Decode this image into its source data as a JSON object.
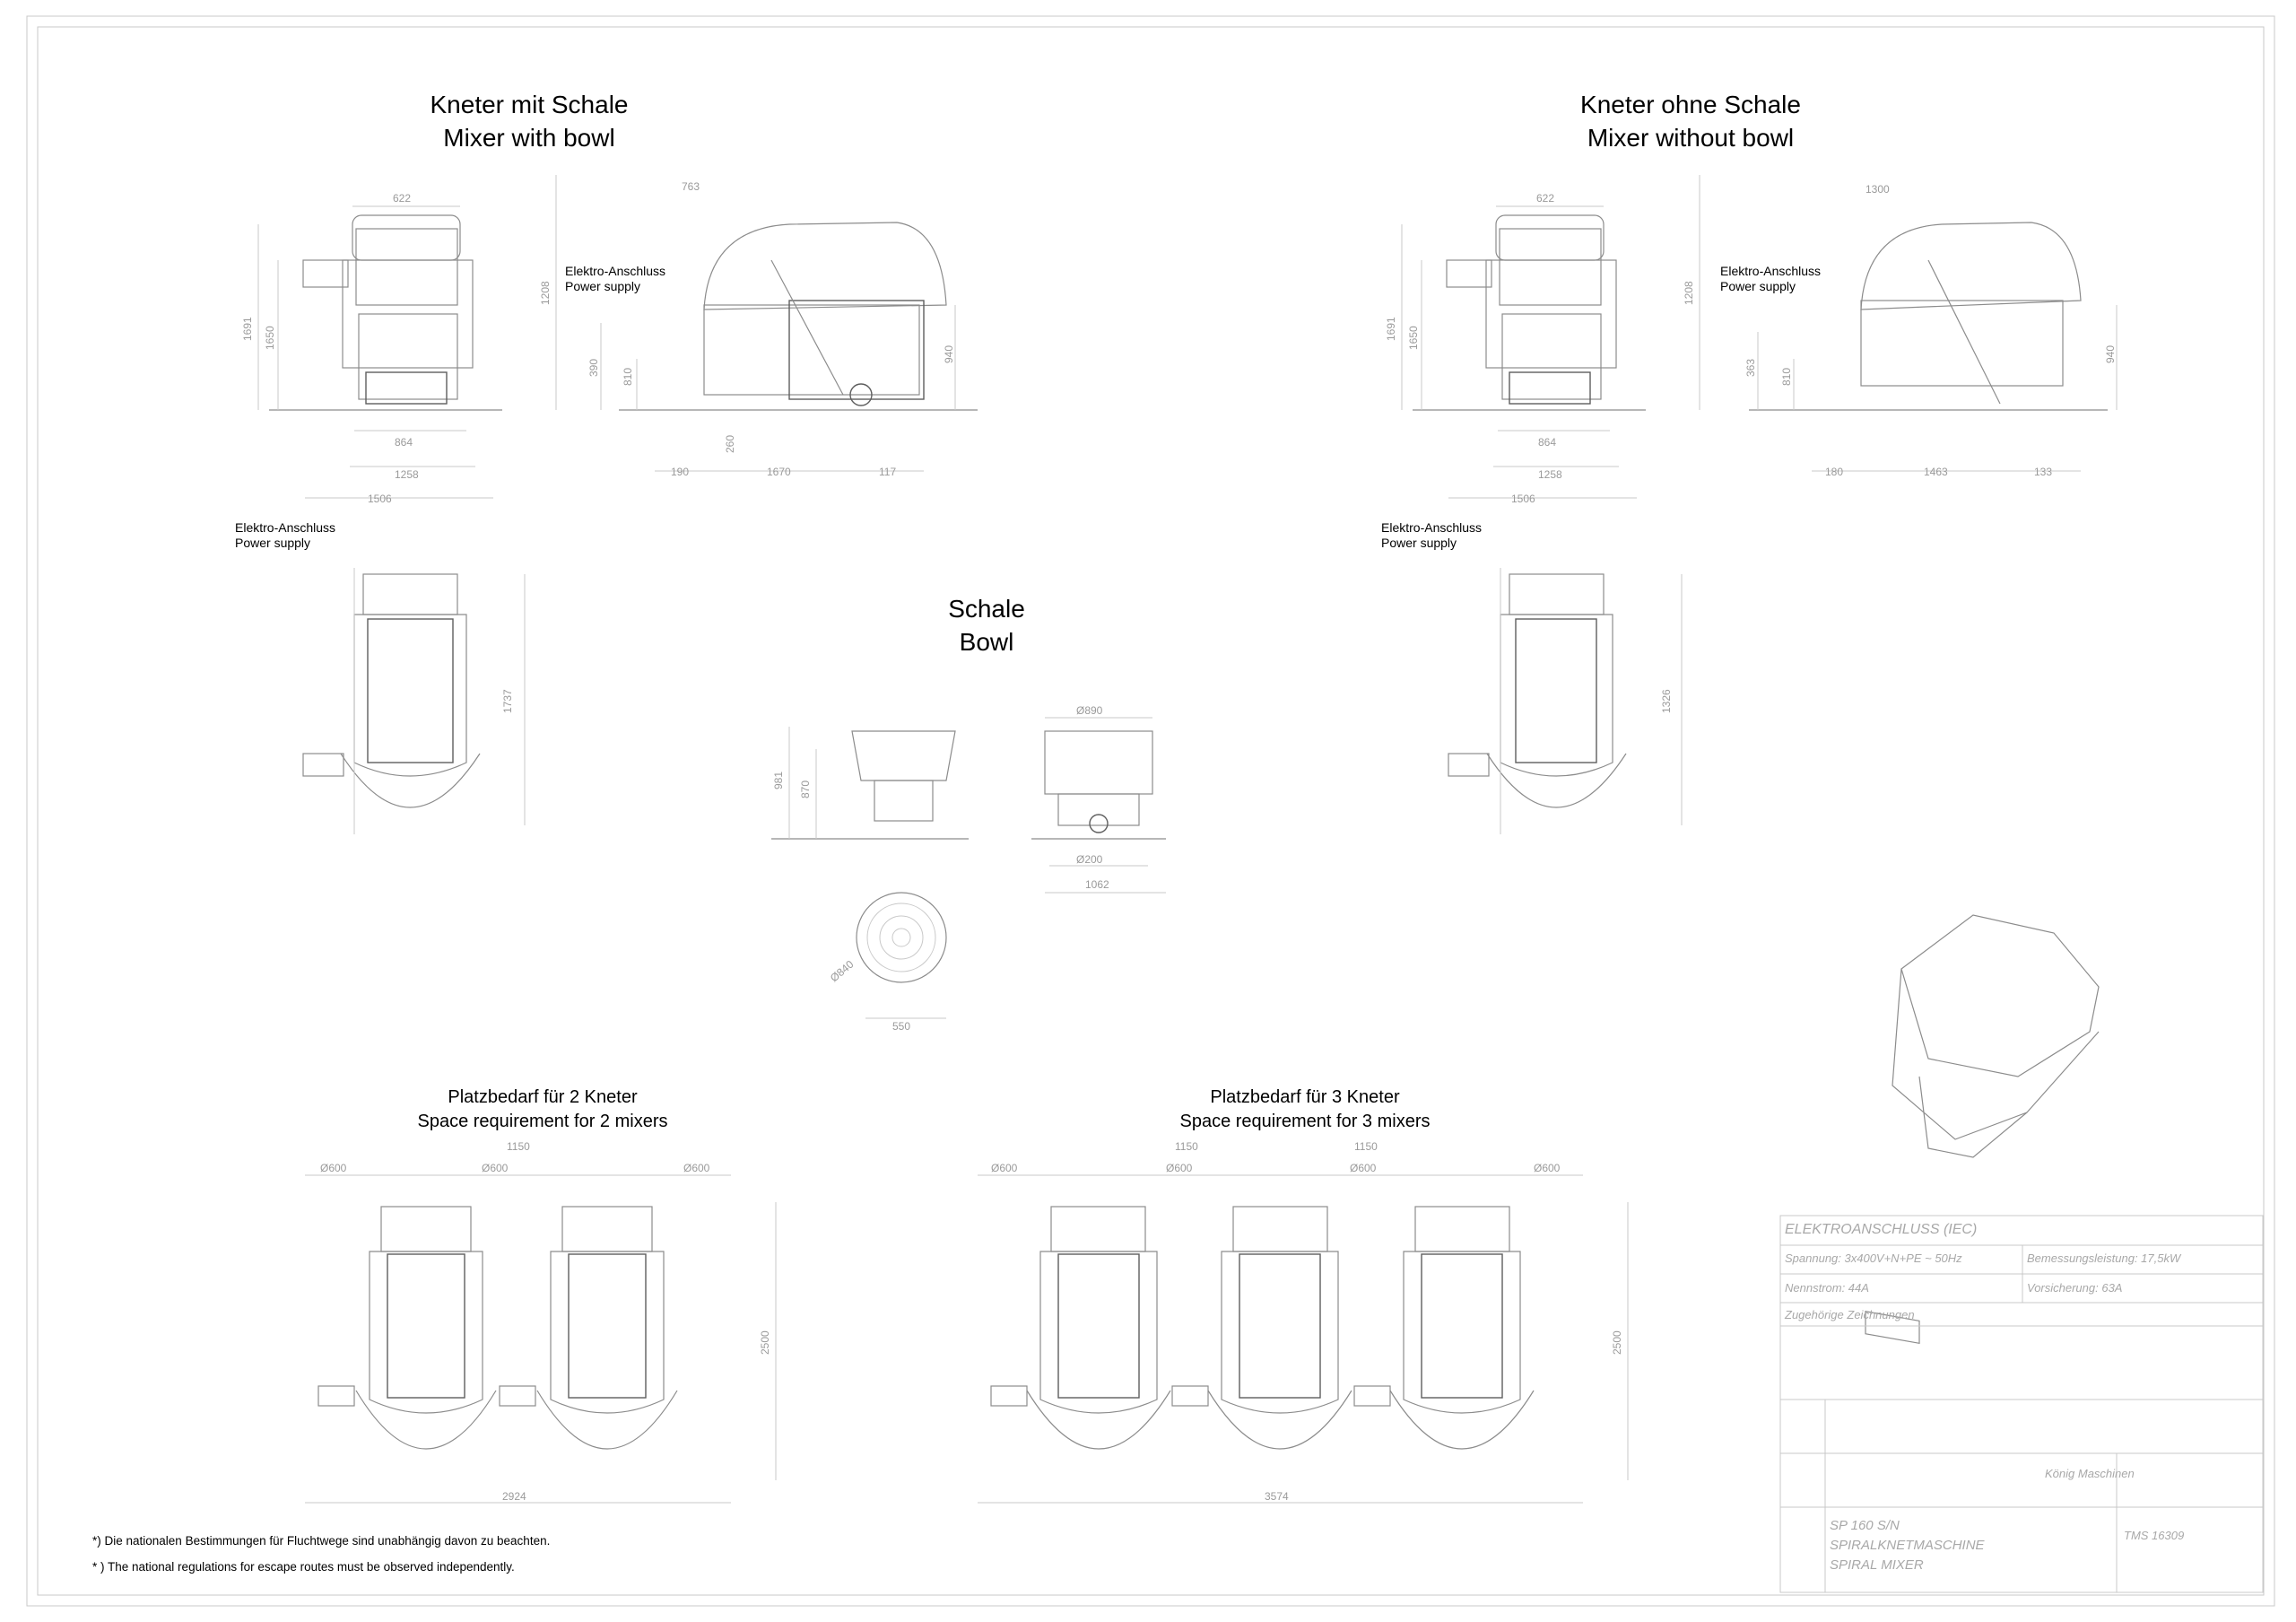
{
  "sections": {
    "mixer_with_bowl": {
      "title_de": "Kneter mit Schale",
      "title_en": "Mixer with bowl"
    },
    "mixer_without_bowl": {
      "title_de": "Kneter ohne Schale",
      "title_en": "Mixer without bowl"
    },
    "bowl": {
      "title_de": "Schale",
      "title_en": "Bowl"
    },
    "space_2": {
      "title_de": "Platzbedarf für 2 Kneter",
      "title_en": "Space requirement for 2 mixers"
    },
    "space_3": {
      "title_de": "Platzbedarf für 3 Kneter",
      "title_en": "Space requirement for 3 mixers"
    }
  },
  "callouts": {
    "power_supply_de": "Elektro-Anschluss",
    "power_supply_en": "Power supply"
  },
  "notes": {
    "de": "*)  Die nationalen Bestimmungen für Fluchtwege sind unabhängig davon zu beachten.",
    "en": "* ) The national regulations for escape routes must be observed independently."
  },
  "dimensions": {
    "front_with_bowl": [
      "622",
      "1691",
      "1650",
      "864",
      "1258",
      "1506"
    ],
    "side_with_bowl": [
      "1208",
      "763",
      "390",
      "810",
      "940",
      "1670",
      "190",
      "117",
      "260"
    ],
    "front_without_bowl": [
      "622",
      "1691",
      "1650",
      "864",
      "1258",
      "1506"
    ],
    "side_without_bowl": [
      "1208",
      "363",
      "810",
      "940",
      "1463",
      "180",
      "133",
      "1300"
    ],
    "top_with_bowl": [
      "1737"
    ],
    "top_without_bowl": [
      "1326"
    ],
    "bowl_side": [
      "981",
      "870"
    ],
    "bowl_front": [
      "Ø890",
      "1062",
      "Ø200"
    ],
    "bowl_top": [
      "Ø840",
      "550"
    ],
    "space_2": [
      "Ø600",
      "1150",
      "Ø600",
      "Ø600",
      "2500",
      "2924"
    ],
    "space_3": [
      "Ø600",
      "1150",
      "Ø600",
      "1150",
      "Ø600",
      "Ø600",
      "2500",
      "3574"
    ]
  },
  "title_block": {
    "header": "ELEKTROANSCHLUSS (IEC)",
    "voltage": "Spannung: 3x400V+N+PE ~ 50Hz",
    "rated_power": "Bemessungsleistung: 17,5kW",
    "rated_current": "Nennstrom: 44A",
    "fuse": "Vorsicherung: 63A",
    "related_drawings": "Zugehörige Zeichnungen",
    "product_code": "SP 160 S/N",
    "product_de": "SPIRALKNETMASCHINE",
    "product_en": "SPIRAL MIXER",
    "company": "König Maschinen",
    "drawing_no": "TMS 16309"
  },
  "colors": {
    "linework": "#8c8c8c",
    "faint": "#c9c9c9",
    "text": "#000000"
  }
}
